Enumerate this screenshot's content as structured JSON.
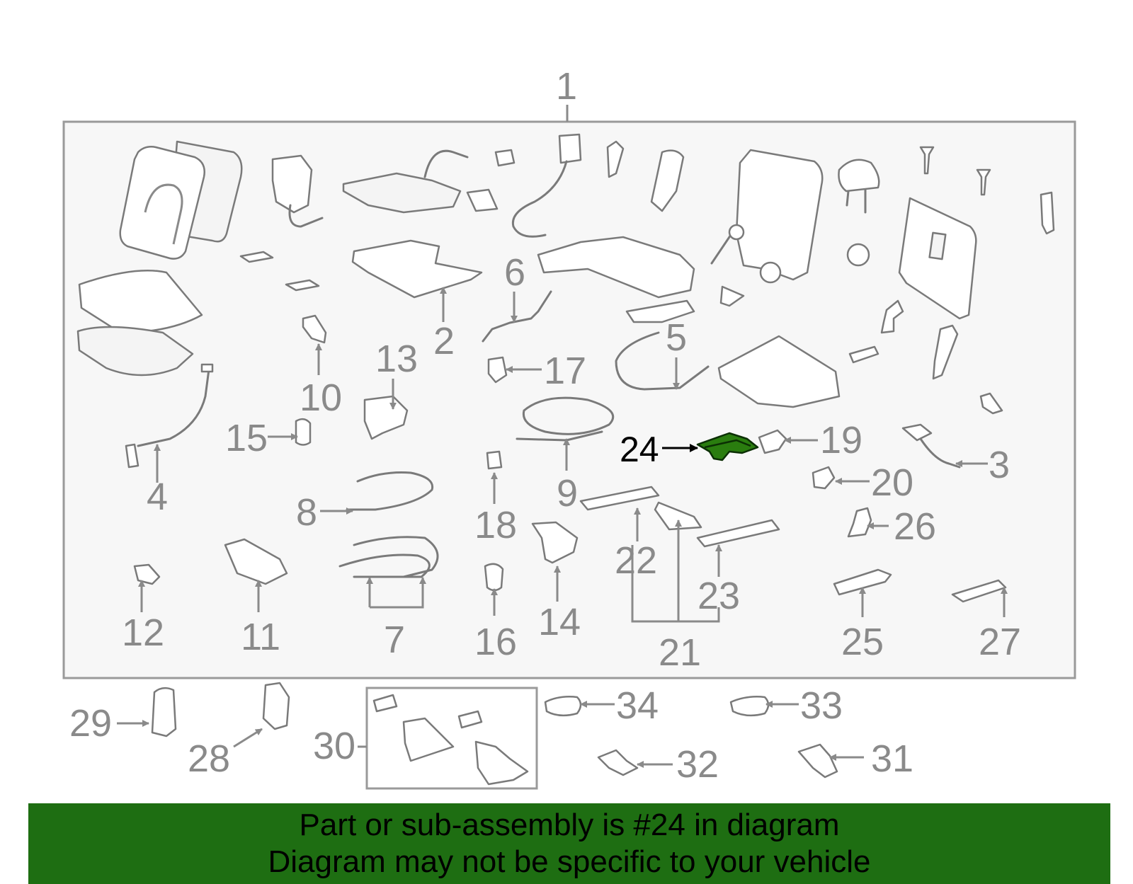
{
  "diagram": {
    "main_label": "1",
    "highlighted_part": "24",
    "colors": {
      "highlight_fill": "#2a7d0f",
      "banner_background": "#1e6e12",
      "label_gray": "#8a8a8a",
      "panel_background": "#f7f7f7"
    },
    "part_labels": [
      "2",
      "3",
      "4",
      "5",
      "6",
      "7",
      "8",
      "9",
      "10",
      "11",
      "12",
      "13",
      "14",
      "15",
      "16",
      "17",
      "18",
      "19",
      "20",
      "21",
      "22",
      "23",
      "25",
      "26",
      "27",
      "28",
      "29",
      "30",
      "31",
      "32",
      "33",
      "34"
    ]
  },
  "banner": {
    "line1": "Part or sub-assembly is #24 in diagram",
    "line2": "Diagram may not be specific to your vehicle"
  }
}
